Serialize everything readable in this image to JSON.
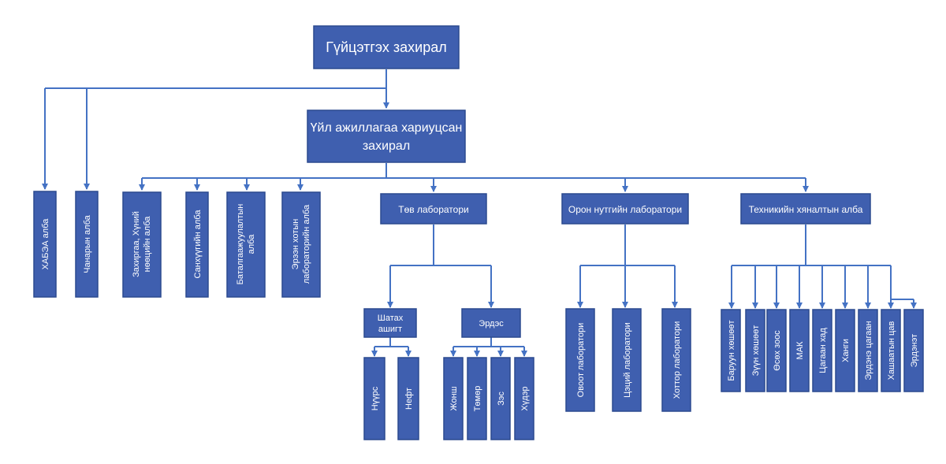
{
  "diagram": {
    "ceo": "Гүйцэтгэх захирал",
    "ops_line1": "Үйл ажиллагаа хариуцсан",
    "ops_line2": "захирал",
    "habea": "ХАБЭА алба",
    "quality": "Чанарын алба",
    "admin_line1": "Захиргаа, Хүний",
    "admin_line2": "нөөцийн алба",
    "finance": "Санхүүгийн алба",
    "assurance_line1": "Баталгаажуулалтын",
    "assurance_line2": "алба",
    "erdene_line1": "Эрээн хотын",
    "erdene_line2": "лабораторийн алба",
    "central_lab": "Төв лаборатори",
    "local_lab": "Орон нутгийн лаборатори",
    "tech_office": "Техникийн хяналтын алба",
    "fuel_line1": "Шатах",
    "fuel_line2": "ашигт",
    "mineral": "Эрдэс",
    "coal": "Нүүрс",
    "oil": "Нефт",
    "fluorspar": "Жонш",
    "iron": "Төмөр",
    "copper": "Зэс",
    "gold": "Хүдэр",
    "ovoot_lab": "Овоот лаборатори",
    "tsagaannuur_lab": "Цэций лаборатори",
    "khotor_lab": "Хоттор лаборатори",
    "stations": [
      "Баруун хөшөөт",
      "Зүүн хөшөөт",
      "Өсөх зоос",
      "МАК",
      "Цагаан хад",
      "Ханги",
      "Эрдэнэ цагаан",
      "Хашаатын цав",
      "Эрдэнэт"
    ]
  }
}
